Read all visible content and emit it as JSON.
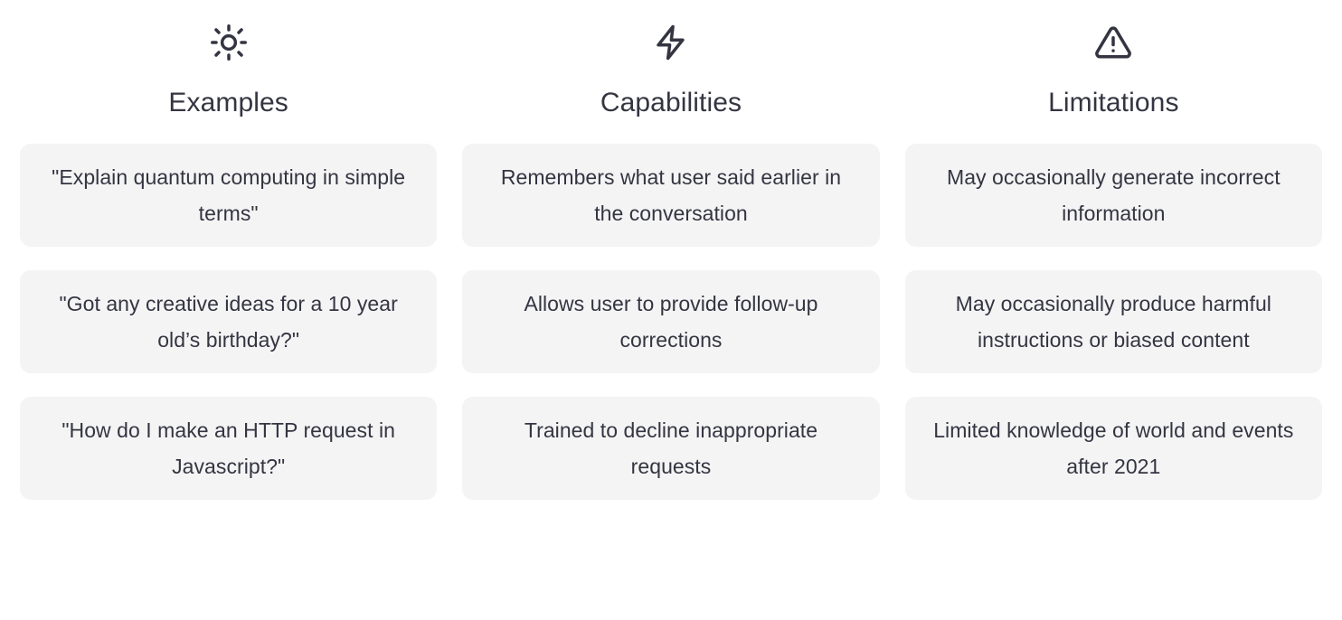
{
  "columns": [
    {
      "id": "examples",
      "icon": "sun-icon",
      "title": "Examples",
      "cards": [
        {
          "text": "\"Explain quantum computing in simple terms\""
        },
        {
          "text": "\"Got any creative ideas for a 10 year old’s birthday?\""
        },
        {
          "text": "\"How do I make an HTTP request in Javascript?\""
        }
      ]
    },
    {
      "id": "capabilities",
      "icon": "zap-icon",
      "title": "Capabilities",
      "cards": [
        {
          "text": "Remembers what user said earlier in the conversation"
        },
        {
          "text": "Allows user to provide follow-up corrections"
        },
        {
          "text": "Trained to decline inappropriate requests"
        }
      ]
    },
    {
      "id": "limitations",
      "icon": "warning-triangle-icon",
      "title": "Limitations",
      "cards": [
        {
          "text": "May occasionally generate incorrect information"
        },
        {
          "text": "May occasionally produce harmful instructions or biased content"
        },
        {
          "text": "Limited knowledge of world and events after 2021"
        }
      ]
    }
  ],
  "colors": {
    "page_background": "#ffffff",
    "card_background": "#f4f4f5",
    "text": "#343541"
  }
}
